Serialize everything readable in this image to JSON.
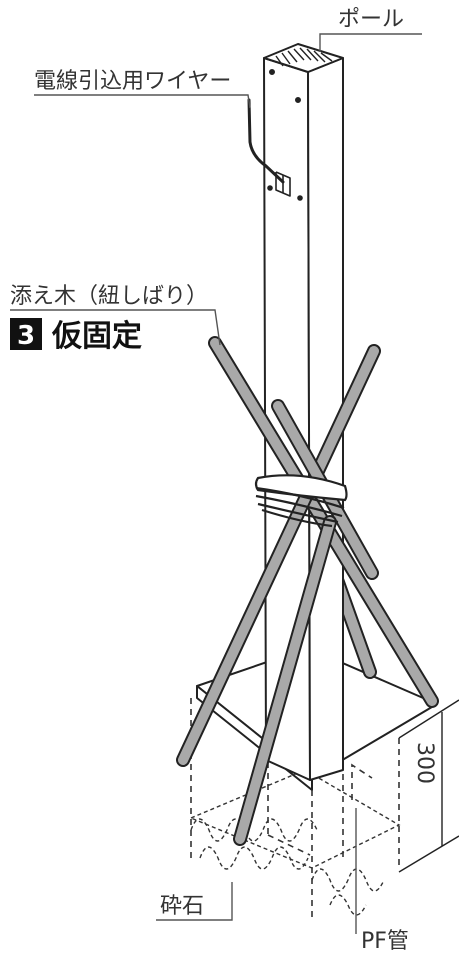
{
  "labels": {
    "pole": "ポール",
    "wire": "電線引込用ワイヤー",
    "brace": "添え木（紐しばり）",
    "gravel": "砕石",
    "pf_pipe": "PF管"
  },
  "step": {
    "number": "3",
    "title": "仮固定"
  },
  "dimension": {
    "depth": "300"
  },
  "colors": {
    "line": "#222222",
    "brace_fill": "#a9a9a9",
    "step_badge": "#111111",
    "label_text": "#333333"
  }
}
